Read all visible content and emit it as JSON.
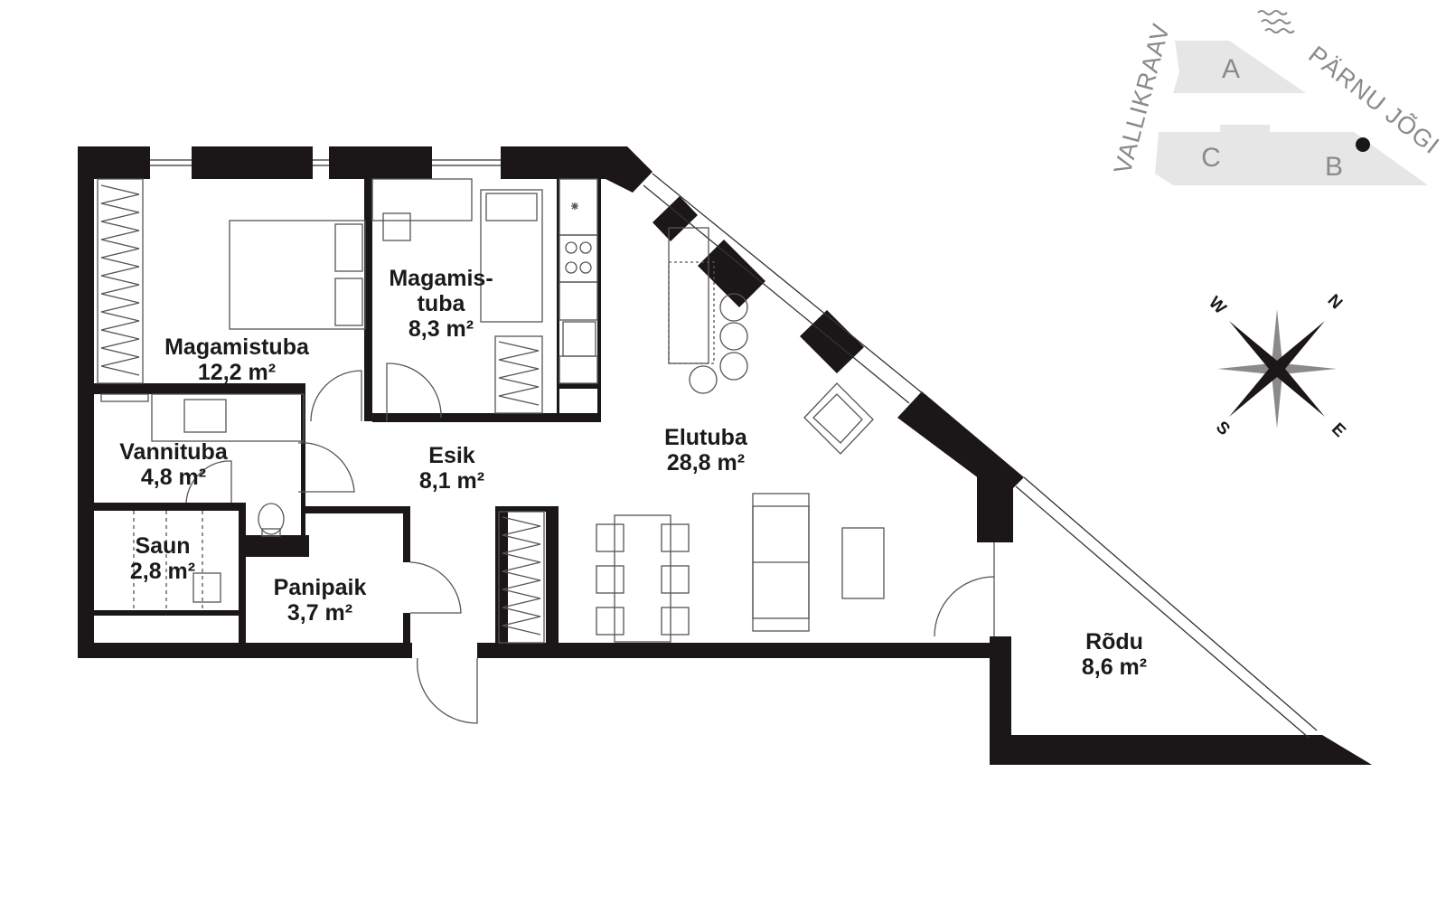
{
  "rooms": [
    {
      "id": "magamistuba-1",
      "lines": [
        "Magamistuba",
        "12,2 m²"
      ]
    },
    {
      "id": "magamistuba-2",
      "lines": [
        "Magamis-",
        "tuba",
        "8,3 m²"
      ]
    },
    {
      "id": "vannituba",
      "lines": [
        "Vannituba",
        "4,8 m²"
      ]
    },
    {
      "id": "saun",
      "lines": [
        "Saun",
        "2,8 m²"
      ]
    },
    {
      "id": "panipaik",
      "lines": [
        "Panipaik",
        "3,7 m²"
      ]
    },
    {
      "id": "esik",
      "lines": [
        "Esik",
        "8,1 m²"
      ]
    },
    {
      "id": "elutuba",
      "lines": [
        "Elutuba",
        "28,8 m²"
      ]
    },
    {
      "id": "rodu",
      "lines": [
        "Rõdu",
        "8,6 m²"
      ]
    }
  ],
  "site_plan": {
    "buildings": [
      "A",
      "B",
      "C"
    ],
    "highlighted_building": "B",
    "streets": [
      "VALLIKRAAV",
      "PÄRNU JÕGI"
    ]
  },
  "compass": {
    "n": "N",
    "e": "E",
    "s": "S",
    "w": "W"
  },
  "colors": {
    "wall": "#1b1617",
    "site_block": "#e6e6e6",
    "label_grey": "#8a8a8a"
  }
}
